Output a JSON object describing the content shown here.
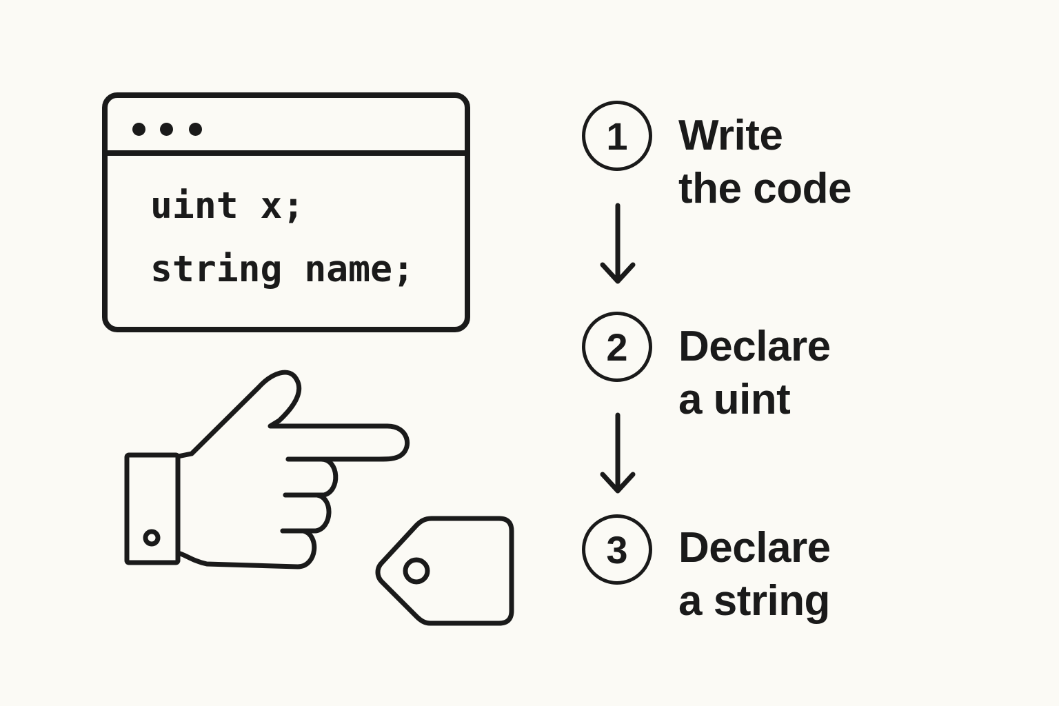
{
  "code_window": {
    "dot_count": 3,
    "lines": [
      "uint x;",
      "string name;"
    ]
  },
  "illustrations": {
    "hand": "pointing-hand-icon",
    "tag": "tag-icon"
  },
  "steps": [
    {
      "number": "1",
      "line1": "Write",
      "line2": "the code"
    },
    {
      "number": "2",
      "line1": "Declare",
      "line2": "a uint"
    },
    {
      "number": "3",
      "line1": "Declare",
      "line2": "a string"
    }
  ],
  "arrows": [
    "arrow-down-icon",
    "arrow-down-icon"
  ],
  "colors": {
    "background": "#fbfaf5",
    "ink": "#1a1a1a"
  }
}
